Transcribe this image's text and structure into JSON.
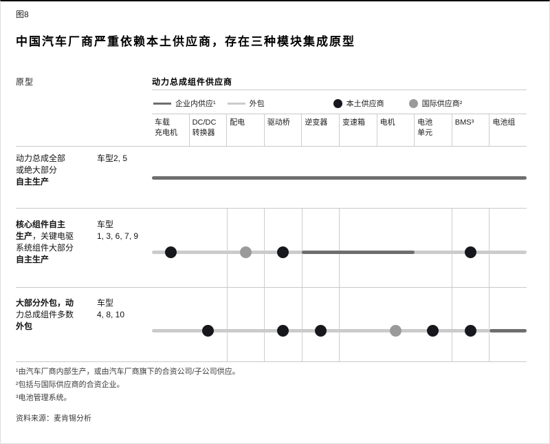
{
  "figure_label": "图8",
  "title": "中国汽车厂商严重依赖本土供应商，存在三种模块集成原型",
  "left_header": "原型",
  "table_header": "动力总成组件供应商",
  "legend": {
    "inhouse": "企业内供应¹",
    "outsourced": "外包",
    "local": "本土供应商",
    "international": "国际供应商²"
  },
  "colors": {
    "inhouse_line": "#6e6e6e",
    "outsourced_line": "#cbcbcb",
    "local_dot": "#17171e",
    "international_dot": "#9a9a9a"
  },
  "chart_data": {
    "type": "table",
    "title": "中国汽车厂商严重依赖本土供应商，存在三种模块集成原型",
    "legend_position": "top",
    "columns": [
      [
        "车载",
        "充电机"
      ],
      [
        "DC/DC",
        "转换器"
      ],
      [
        "配电"
      ],
      [
        "驱动桥"
      ],
      [
        "逆变器"
      ],
      [
        "变速箱"
      ],
      [
        "电机"
      ],
      [
        "电池",
        "单元"
      ],
      [
        "BMS³"
      ],
      [
        "电池组"
      ]
    ],
    "rows": [
      {
        "label_lines": [
          [
            {
              "t": "动力总成全部",
              "b": false
            }
          ],
          [
            {
              "t": "或绝大部分",
              "b": false
            }
          ],
          [
            {
              "t": "自主生产",
              "b": true
            }
          ]
        ],
        "models_lines": [
          "车型2, 5"
        ],
        "separators": [],
        "line_segments": [
          {
            "from": 0,
            "to": 10,
            "style": "inhouse"
          }
        ],
        "dots": []
      },
      {
        "label_lines": [
          [
            {
              "t": "核心组件自主",
              "b": true
            }
          ],
          [
            {
              "t": "生产",
              "b": true
            },
            {
              "t": "，关键电驱",
              "b": false
            }
          ],
          [
            {
              "t": "系统组件大部分",
              "b": false
            }
          ],
          [
            {
              "t": "自主生产",
              "b": true
            }
          ]
        ],
        "models_lines": [
          "车型",
          "1, 3, 6, 7, 9"
        ],
        "separators": [
          2,
          3,
          4,
          5,
          8,
          9
        ],
        "line_segments": [
          {
            "from": 0,
            "to": 10,
            "style": "outsourced"
          },
          {
            "from": 4,
            "to": 7,
            "style": "inhouse"
          }
        ],
        "dots": [
          {
            "col": 0,
            "type": "local"
          },
          {
            "col": 2,
            "type": "international"
          },
          {
            "col": 3,
            "type": "local"
          },
          {
            "col": 8,
            "type": "local"
          }
        ]
      },
      {
        "label_lines": [
          [
            {
              "t": "大部分外包，动",
              "b": true
            }
          ],
          [
            {
              "t": "力总成组件多数",
              "b": false
            }
          ],
          [
            {
              "t": "外包",
              "b": true
            }
          ]
        ],
        "models_lines": [
          "车型",
          "4, 8, 10"
        ],
        "separators": [
          2,
          3,
          4,
          5,
          8,
          9
        ],
        "line_segments": [
          {
            "from": 0,
            "to": 9,
            "style": "outsourced"
          },
          {
            "from": 9,
            "to": 10,
            "style": "inhouse"
          }
        ],
        "dots": [
          {
            "col": 1,
            "type": "local"
          },
          {
            "col": 3,
            "type": "local"
          },
          {
            "col": 4,
            "type": "local"
          },
          {
            "col": 6,
            "type": "international"
          },
          {
            "col": 7,
            "type": "local"
          },
          {
            "col": 8,
            "type": "local"
          }
        ]
      }
    ]
  },
  "footnotes": [
    "¹由汽车厂商内部生产，或由汽车厂商旗下的合资公司/子公司供应。",
    "²包括与国际供应商的合资企业。",
    "³电池管理系统。"
  ],
  "source": "资料来源：麦肯锡分析"
}
